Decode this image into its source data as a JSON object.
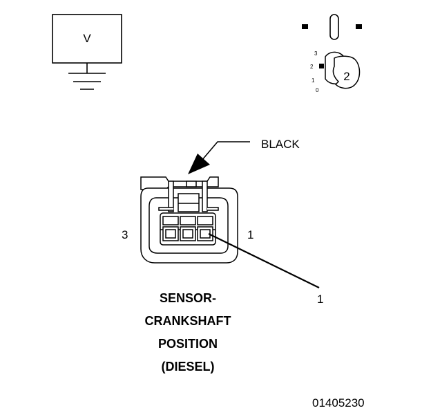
{
  "meter": {
    "symbol": "V"
  },
  "switch": {
    "positions": [
      "3",
      "2",
      "1",
      "0"
    ],
    "selected": "2"
  },
  "connector": {
    "color_label": "BLACK",
    "pin_left": "3",
    "pin_right": "1",
    "pin_callout": "1"
  },
  "caption": {
    "lines": [
      "SENSOR-",
      "CRANKSHAFT",
      "POSITION",
      "(DIESEL)"
    ]
  },
  "figure_id": "01405230"
}
